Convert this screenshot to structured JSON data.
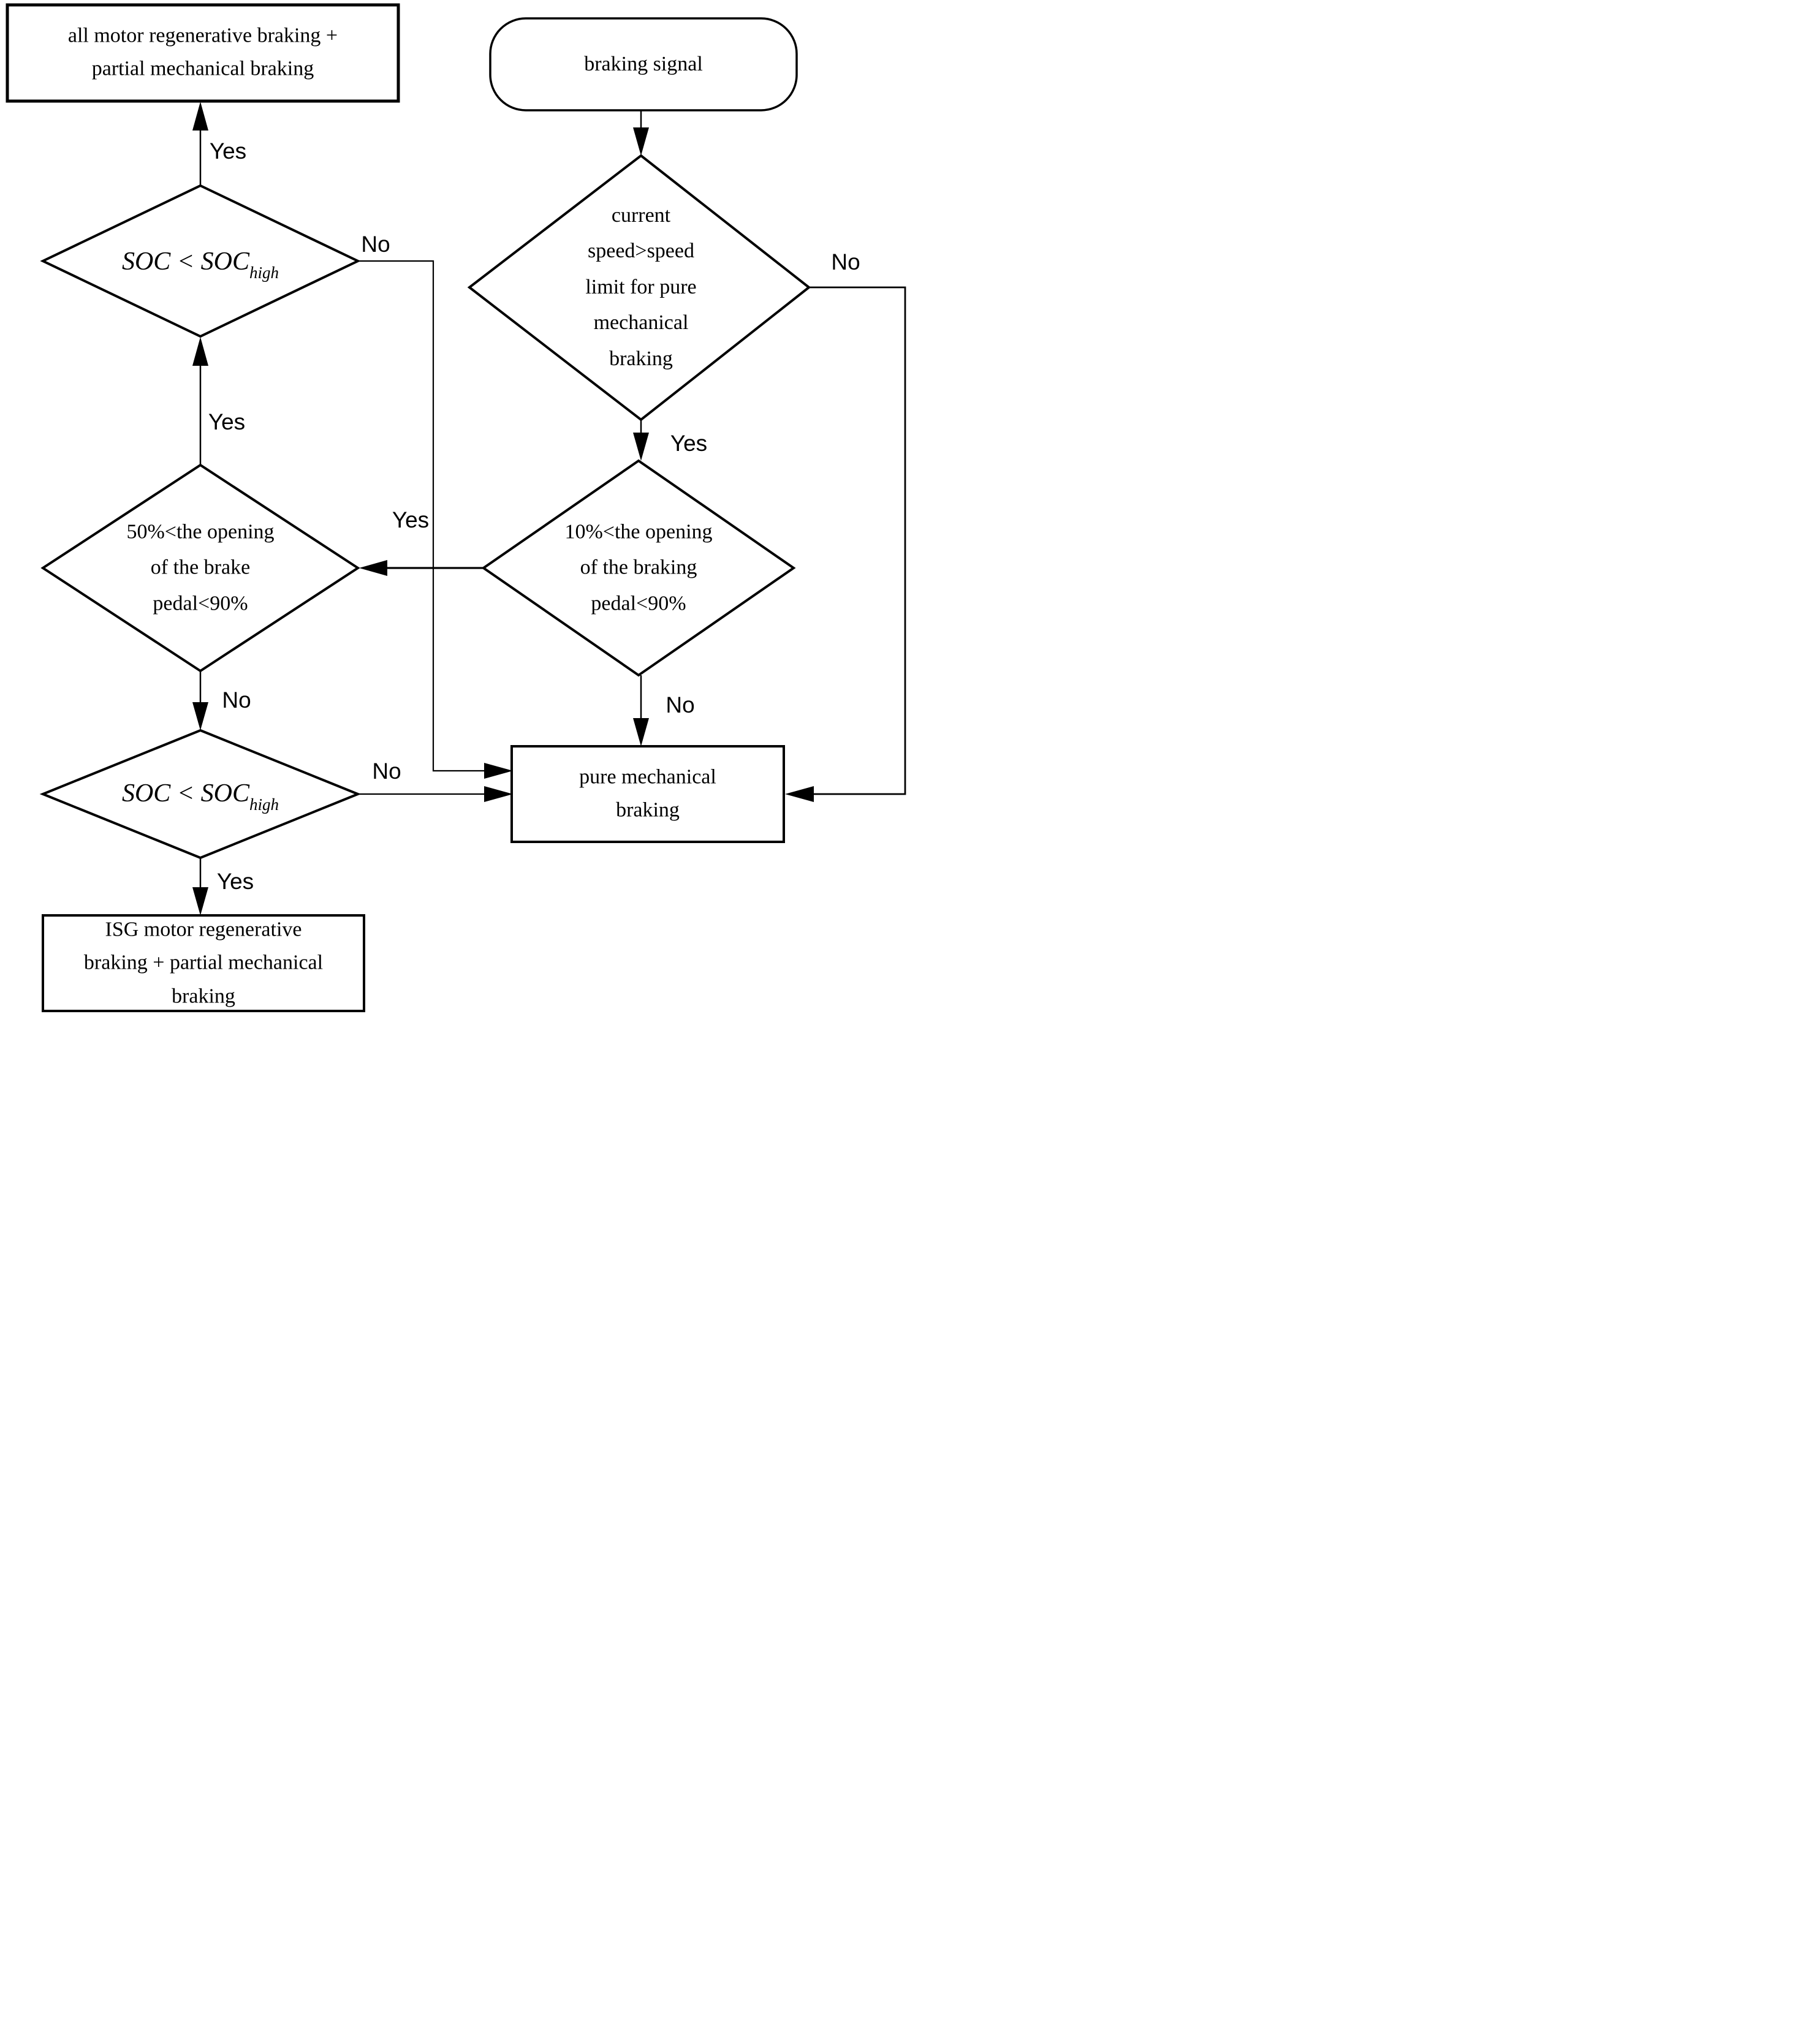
{
  "nodes": {
    "all_motor": {
      "label": "all motor regenerative braking +\npartial mechanical braking"
    },
    "start": {
      "label": "braking signal"
    },
    "speed_check": {
      "label": "current\nspeed>speed\nlimit for pure\nmechanical\nbraking"
    },
    "soc_upper": {
      "label_main": "SOC < SOC",
      "label_sub": "high"
    },
    "brake_opening_50": {
      "label": "50%<the opening\nof the brake\npedal<90%"
    },
    "brake_opening_10": {
      "label": "10%<the opening\nof the braking\npedal<90%"
    },
    "soc_lower": {
      "label_main": "SOC < SOC",
      "label_sub": "high"
    },
    "pure_mechanical": {
      "label": "pure mechanical\nbraking"
    },
    "isg_motor": {
      "label": "ISG motor regenerative\nbraking + partial mechanical\nbraking"
    }
  },
  "edge_labels": {
    "yes_soc_upper": "Yes",
    "no_soc_upper": "No",
    "yes_brake_50": "Yes",
    "no_brake_50": "No",
    "no_soc_lower": "No",
    "yes_soc_lower": "Yes",
    "no_speed_check": "No",
    "yes_speed_check": "Yes",
    "yes_brake_10": "Yes",
    "no_brake_10": "No"
  },
  "colors": {
    "stroke": "#000000",
    "background": "#ffffff"
  }
}
